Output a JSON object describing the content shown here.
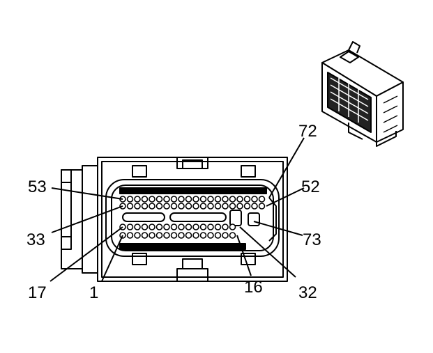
{
  "pin_labels": {
    "p72": "72",
    "p53": "53",
    "p52": "52",
    "p33": "33",
    "p73": "73",
    "p17": "17",
    "p1": "1",
    "p16": "16",
    "p32": "32"
  },
  "colors": {
    "stroke": "#000000",
    "background": "#ffffff",
    "pin": "#000000"
  },
  "pin_rows": {
    "row_53_72": {
      "first": "53",
      "last": "72"
    },
    "row_33_52": {
      "first": "33",
      "last": "52"
    },
    "row_17_32": {
      "first": "17",
      "last": "32"
    },
    "row_1_16": {
      "first": "1",
      "last": "16"
    }
  }
}
